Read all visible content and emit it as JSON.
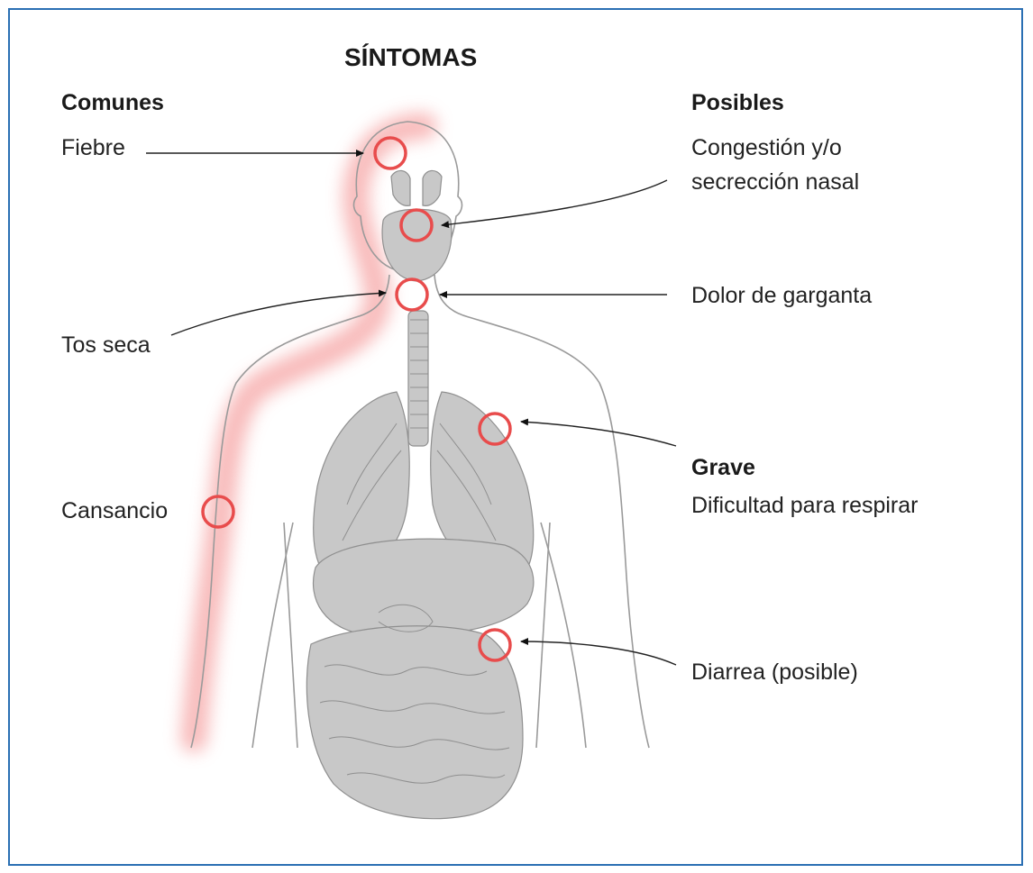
{
  "title": "SÍNTOMAS",
  "groups": {
    "common": {
      "heading": "Comunes",
      "items": [
        "Fiebre",
        "Tos seca",
        "Cansancio"
      ]
    },
    "possible": {
      "heading": "Posibles",
      "items": [
        "Congestión y/o",
        "secrección nasal",
        "Dolor de garganta"
      ]
    },
    "severe": {
      "heading": "Grave",
      "items": [
        "Dificultad para respirar"
      ]
    },
    "other": {
      "items": [
        "Diarrea (posible)"
      ]
    }
  },
  "colors": {
    "frame": "#2a6fb3",
    "marker": "#e84c4c",
    "glow": "#f8b4b4",
    "organ": "#c8c8c8",
    "organ_stroke": "#8f8f8f",
    "outline": "#9a9a9a"
  }
}
